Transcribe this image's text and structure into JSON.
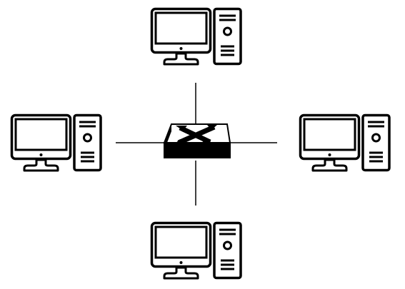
{
  "diagram": {
    "topology": "star",
    "center_node": {
      "icon": "network-switch-icon"
    },
    "nodes": [
      {
        "id": "top",
        "icon": "desktop-computer-icon"
      },
      {
        "id": "left",
        "icon": "desktop-computer-icon"
      },
      {
        "id": "right",
        "icon": "desktop-computer-icon"
      },
      {
        "id": "bottom",
        "icon": "desktop-computer-icon"
      }
    ],
    "links": [
      {
        "from": "switch",
        "to": "top"
      },
      {
        "from": "switch",
        "to": "left"
      },
      {
        "from": "switch",
        "to": "right"
      },
      {
        "from": "switch",
        "to": "bottom"
      }
    ],
    "colors": {
      "stroke": "#000000",
      "background": "#ffffff"
    }
  }
}
